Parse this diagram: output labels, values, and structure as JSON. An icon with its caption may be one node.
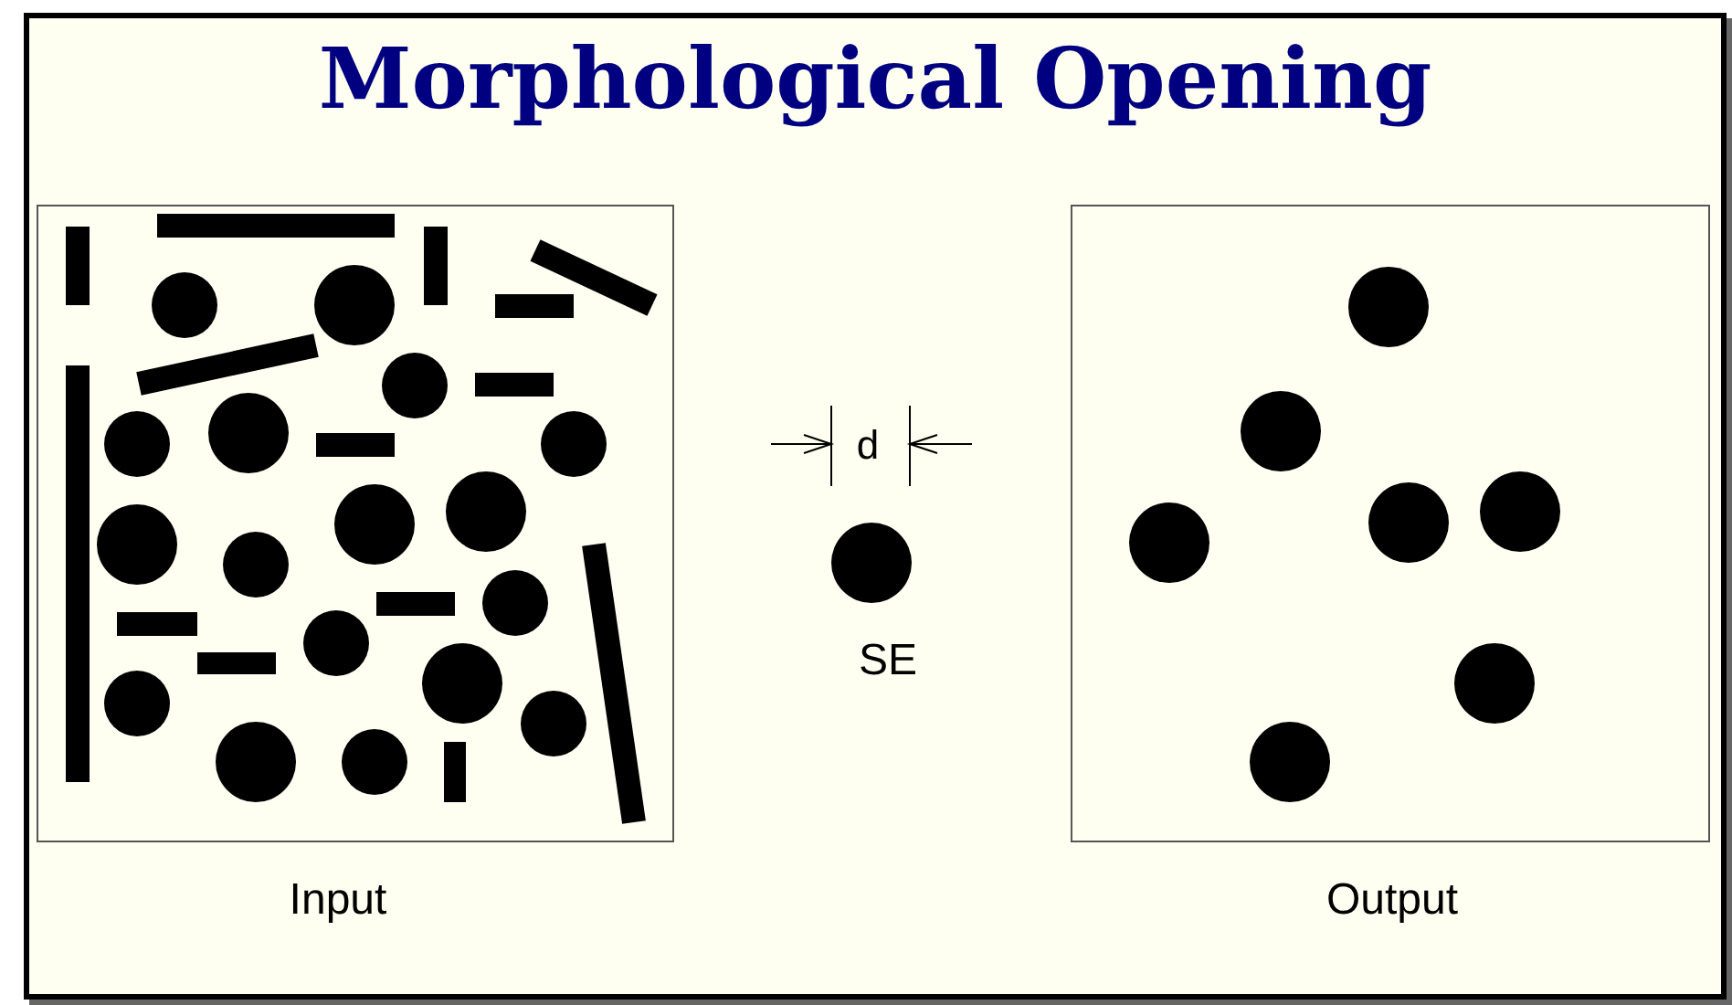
{
  "diagram": {
    "title": "Morphological Opening",
    "nodes": [
      {
        "text": [],
        "shape": "box",
        "beside": [
          "Input"
        ]
      },
      {
        "text": [],
        "shape": "circle",
        "beside": [
          "SE"
        ]
      },
      {
        "text": [],
        "shape": "box",
        "beside": [
          "Output"
        ]
      }
    ],
    "labels": [
      "d"
    ]
  }
}
